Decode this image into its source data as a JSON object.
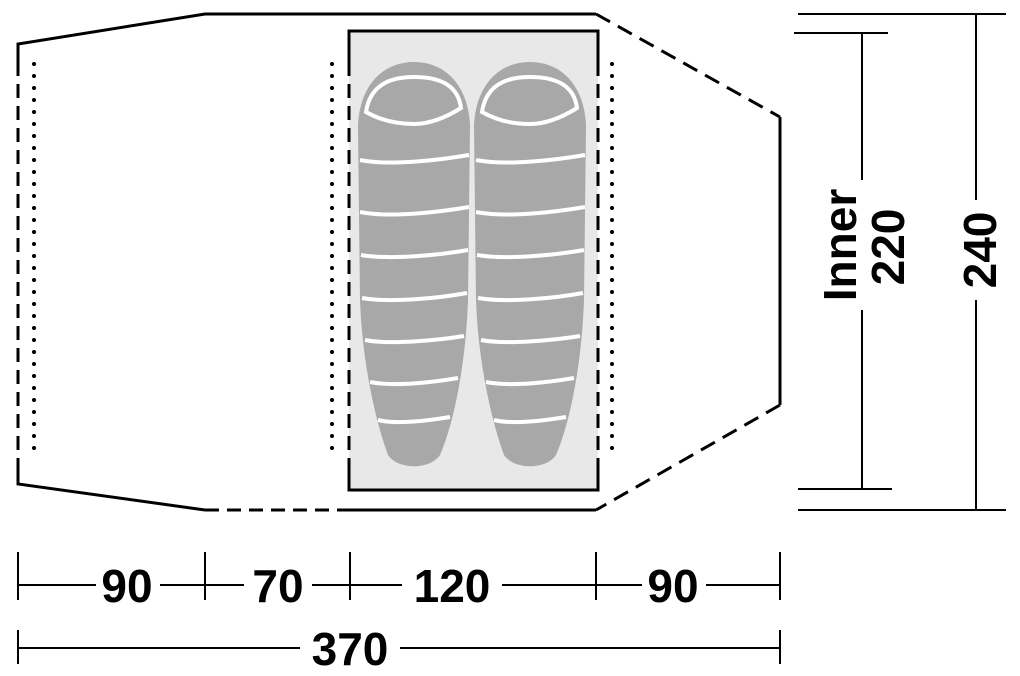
{
  "title": "Tent floor plan",
  "widths": {
    "sections": [
      "90",
      "70",
      "120",
      "90"
    ],
    "total": "370"
  },
  "depths": {
    "inner_label": "Inner",
    "inner": "220",
    "outer": "240"
  },
  "colors": {
    "line": "#000000",
    "inner_fill": "#e8e8e8",
    "sleeping_bag": "#a8a8a8",
    "stripe": "#ffffff"
  }
}
